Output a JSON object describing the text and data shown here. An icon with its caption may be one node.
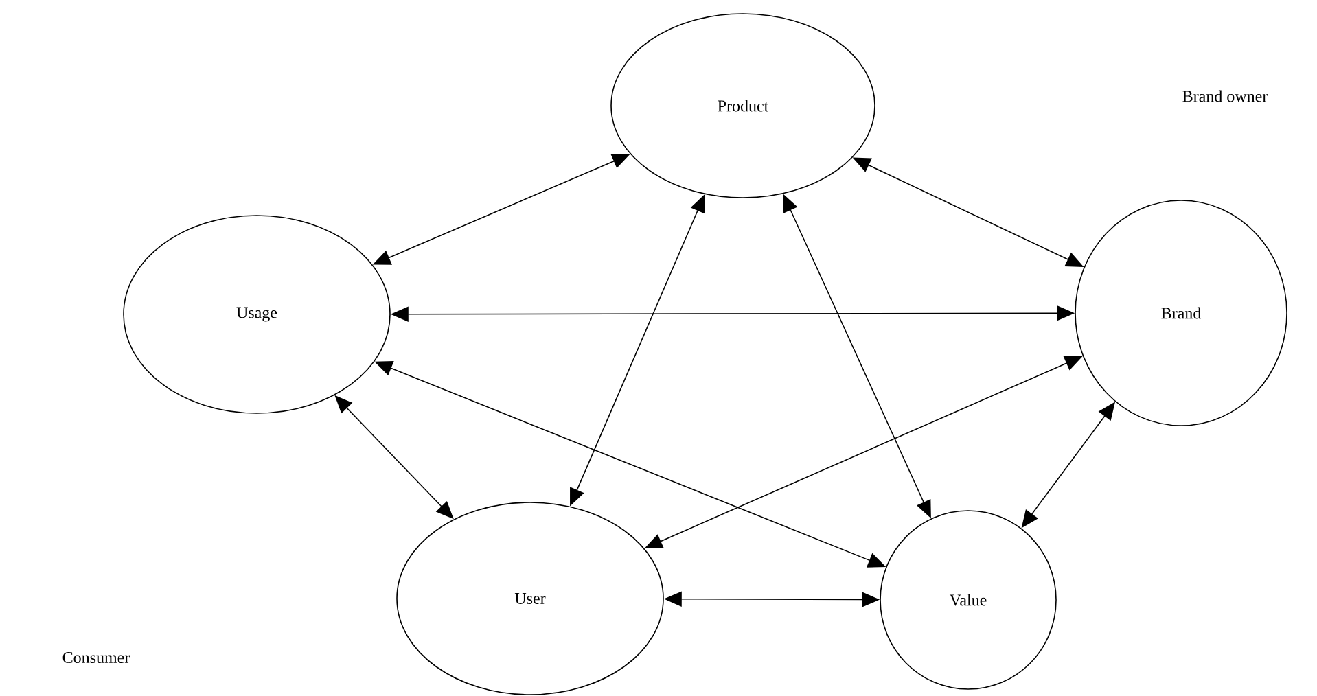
{
  "diagram": {
    "nodes": [
      {
        "text": [
          "Product"
        ]
      },
      {
        "text": [
          "Usage"
        ]
      },
      {
        "text": [
          "Brand"
        ]
      },
      {
        "text": [
          "User"
        ]
      },
      {
        "text": [
          "Value"
        ]
      }
    ],
    "edges": [
      {
        "from": 1,
        "to": 0,
        "arrow": "both"
      },
      {
        "from": 0,
        "to": 2,
        "arrow": "both"
      },
      {
        "from": 1,
        "to": 2,
        "arrow": "both"
      },
      {
        "from": 0,
        "to": 3,
        "arrow": "both"
      },
      {
        "from": 0,
        "to": 4,
        "arrow": "both"
      },
      {
        "from": 1,
        "to": 4,
        "arrow": "both"
      },
      {
        "from": 3,
        "to": 2,
        "arrow": "both"
      },
      {
        "from": 1,
        "to": 3,
        "arrow": "both"
      },
      {
        "from": 3,
        "to": 4,
        "arrow": "both"
      },
      {
        "from": 2,
        "to": 4,
        "arrow": "both"
      }
    ],
    "labels": [
      "Brand owner",
      "Consumer"
    ]
  }
}
